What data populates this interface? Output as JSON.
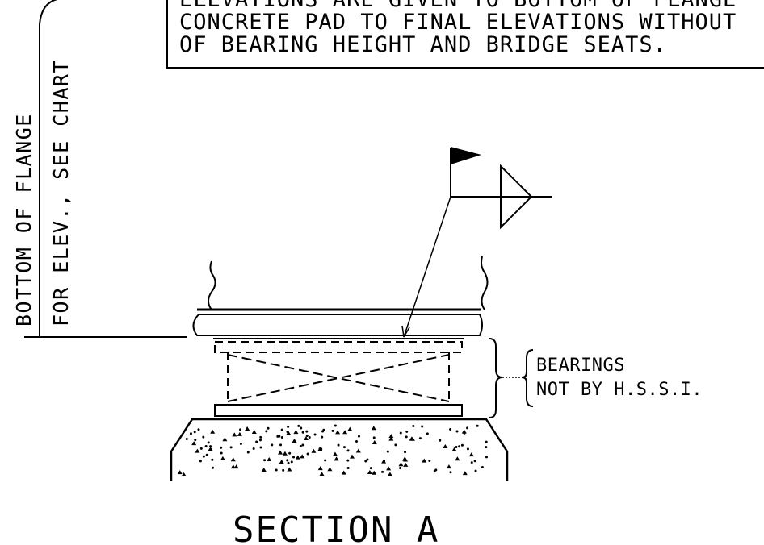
{
  "note": {
    "line1": "ELEVATIONS ARE GIVEN TO BOTTOM OF FLANGE",
    "line2": "CONCRETE PAD TO FINAL ELEVATIONS WITHOUT",
    "line3": "OF BEARING HEIGHT AND BRIDGE SEATS."
  },
  "vertical_labels": {
    "line1": "BOTTOM OF FLANGE",
    "line2": "FOR ELEV., SEE CHART"
  },
  "bearings_note": {
    "line1": "BEARINGS",
    "line2": "NOT BY H.S.S.I."
  },
  "section_title": "SECTION A",
  "colors": {
    "ink": "#000000",
    "paper": "#ffffff"
  }
}
